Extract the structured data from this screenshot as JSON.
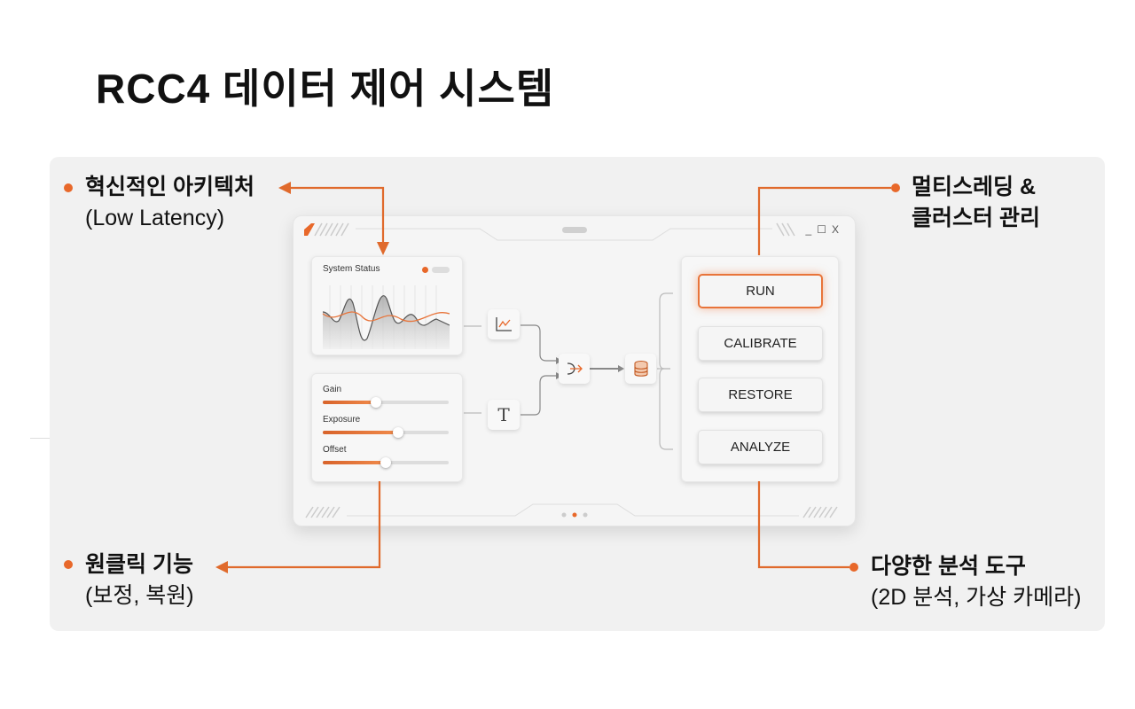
{
  "title": "RCC4 데이터 제어 시스템",
  "annotations": {
    "top_left": {
      "title": "혁신적인 아키텍처",
      "sub": "(Low Latency)"
    },
    "top_right": {
      "title": "멀티스레딩 &",
      "sub": "클러스터 관리"
    },
    "bottom_left": {
      "title": "원클릭 기능",
      "sub": "(보정, 복원)"
    },
    "bottom_right": {
      "title": "다양한 분석 도구",
      "sub": "(2D 분석, 가상 카메라)"
    }
  },
  "window": {
    "controls": {
      "minimize": "_",
      "maximize": "☐",
      "close": "X"
    },
    "status": {
      "title": "System Status"
    },
    "sliders": [
      {
        "label": "Gain",
        "value": 0.42
      },
      {
        "label": "Exposure",
        "value": 0.6
      },
      {
        "label": "Offset",
        "value": 0.5
      }
    ],
    "nodes": {
      "chart": "chart-icon",
      "text": "T",
      "merge": "merge-icon",
      "database": "database-icon"
    },
    "buttons": [
      "RUN",
      "CALIBRATE",
      "RESTORE",
      "ANALYZE"
    ],
    "page_dots": {
      "count": 3,
      "active": 2
    }
  },
  "colors": {
    "accent": "#e8682a",
    "line": "#e06a2c"
  }
}
